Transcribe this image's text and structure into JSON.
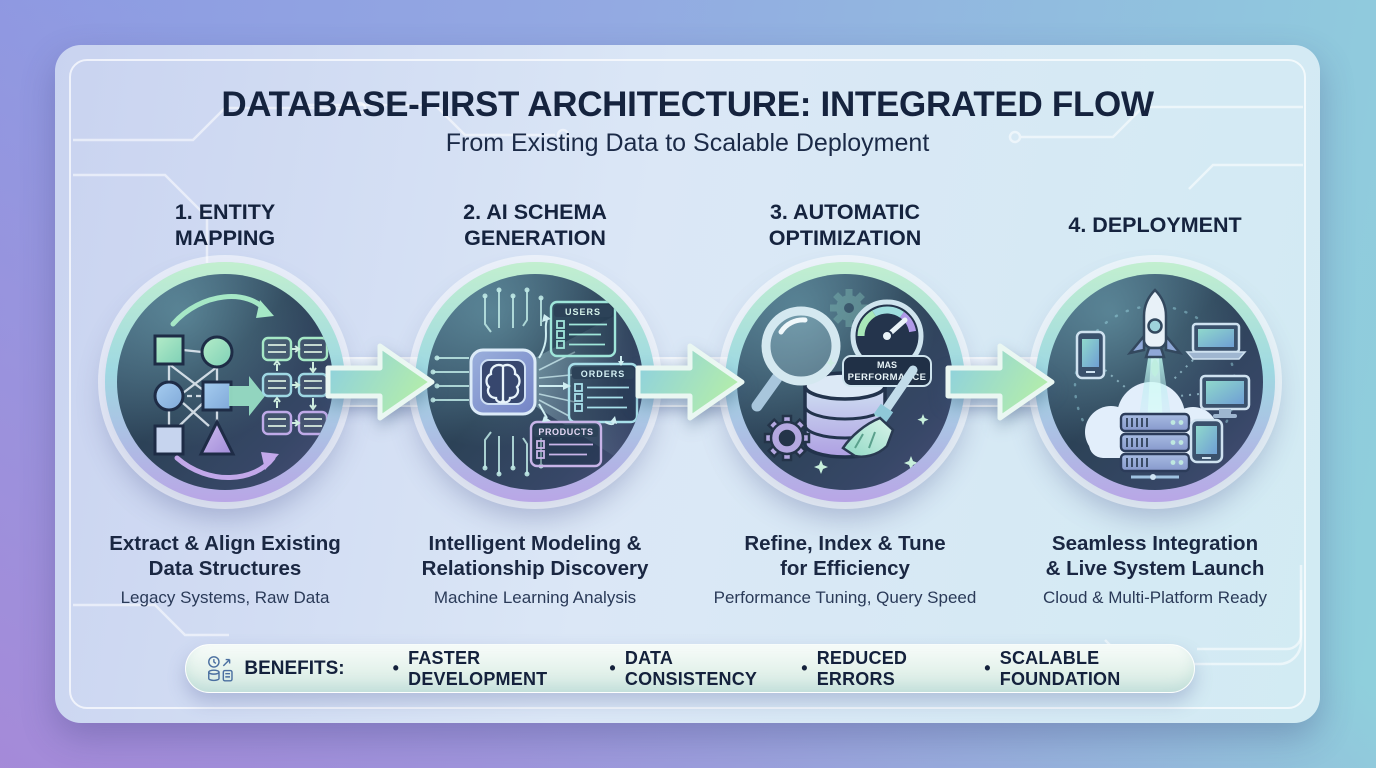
{
  "title": "DATABASE-FIRST ARCHITECTURE: INTEGRATED FLOW",
  "subtitle": "From Existing Data to Scalable Deployment",
  "steps": [
    {
      "heading": "1. ENTITY\nMAPPING",
      "desc": "Extract & Align Existing\nData Structures",
      "note": "Legacy Systems, Raw Data",
      "icon": "entity-mapping-icon"
    },
    {
      "heading": "2. AI SCHEMA\nGENERATION",
      "desc": "Intelligent Modeling &\nRelationship Discovery",
      "note": "Machine Learning Analysis",
      "icon": "ai-schema-icon",
      "tables": {
        "t1": "USERS",
        "t2": "ORDERS",
        "t3": "PRODUCTS"
      }
    },
    {
      "heading": "3. AUTOMATIC\nOPTIMIZATION",
      "desc": "Refine, Index & Tune\nfor Efficiency",
      "note": "Performance Tuning, Query Speed",
      "icon": "optimization-icon",
      "gauge": {
        "line1": "MAS",
        "line2": "PERFORMANCE"
      }
    },
    {
      "heading": "4. DEPLOYMENT",
      "desc": "Seamless Integration\n& Live System Launch",
      "note": "Cloud & Multi-Platform Ready",
      "icon": "deployment-icon"
    }
  ],
  "benefits": {
    "label": "BENEFITS:",
    "bullet": "•",
    "items": [
      "FASTER DEVELOPMENT",
      "DATA CONSISTENCY",
      "REDUCED ERRORS",
      "SCALABLE FOUNDATION"
    ]
  },
  "colors": {
    "bg_top_left": "#8d9ae2",
    "bg_top_right": "#8fd0dc",
    "bg_bottom_left": "#a689d8",
    "card": "#d5e2f4",
    "text_navy": "#15233e",
    "ring_green": "#c2efcf",
    "ring_purple": "#b9a6e6",
    "disc_dark": "#2c4257",
    "arrow_teal": "#8fd0e0",
    "arrow_green": "#b2ecac"
  }
}
